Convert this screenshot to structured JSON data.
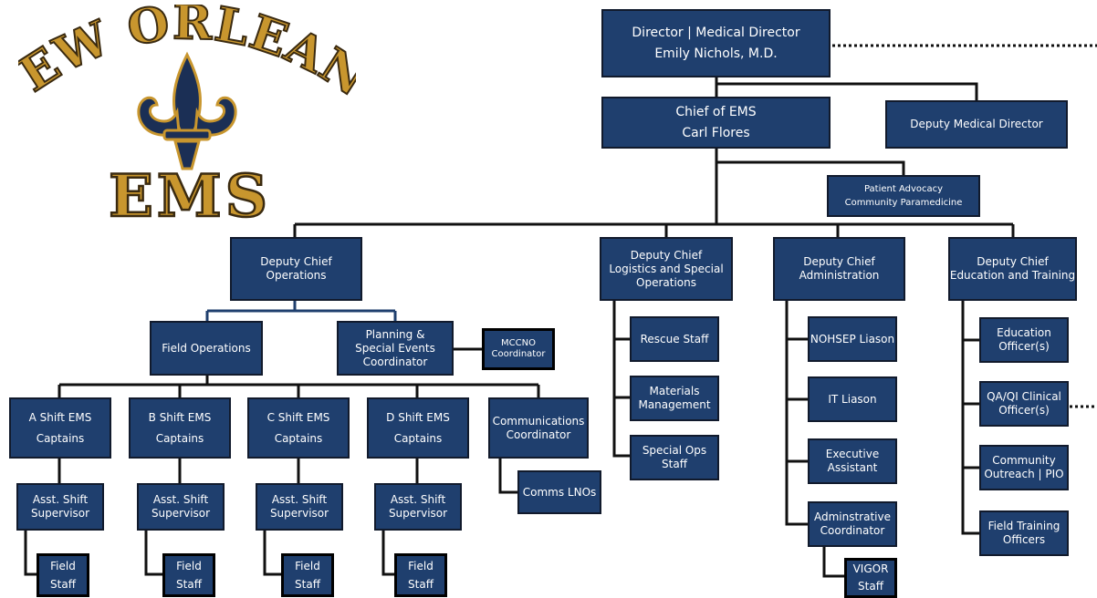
{
  "logo": {
    "top_text": "NEW ORLEANS",
    "bottom_text": "EMS",
    "icon": "fleur-de-lis-icon",
    "colors": {
      "fill": "#c8962e",
      "outline": "#3a2a10",
      "icon": "#1b2f55"
    }
  },
  "colors": {
    "box": "#1f3f6e",
    "border": "#111a2c",
    "text": "#ffffff",
    "line": "#111111",
    "accent_line": "#1f3f6e"
  },
  "nodes": {
    "director": {
      "l1": "Director | Medical Director",
      "l2": "Emily Nichols, M.D."
    },
    "chief": {
      "l1": "Chief of EMS",
      "l2": "Carl Flores"
    },
    "deputy_medical_director": {
      "l1": "Deputy Medical Director"
    },
    "patient_advocacy": {
      "l1": "Patient Advocacy",
      "l2": "Community Paramedicine"
    },
    "dc_operations": {
      "l1": "Deputy Chief",
      "l2": "Operations"
    },
    "dc_logistics": {
      "l1": "Deputy Chief",
      "l2": "Logistics and Special",
      "l3": "Operations"
    },
    "dc_administration": {
      "l1": "Deputy Chief",
      "l2": "Administration"
    },
    "dc_education": {
      "l1": "Deputy Chief",
      "l2": "Education and Training"
    },
    "field_operations": {
      "l1": "Field Operations"
    },
    "planning": {
      "l1": "Planning  &",
      "l2": "Special Events",
      "l3": "Coordinator"
    },
    "mccno": {
      "l1": "MCCNO",
      "l2": "Coordinator"
    },
    "a_shift": {
      "l1": "A  Shift EMS",
      "l2": "Captains"
    },
    "b_shift": {
      "l1": "B  Shift EMS",
      "l2": "Captains"
    },
    "c_shift": {
      "l1": "C  Shift EMS",
      "l2": "Captains"
    },
    "d_shift": {
      "l1": "D  Shift EMS",
      "l2": "Captains"
    },
    "communications": {
      "l1": "Communications",
      "l2": "Coordinator"
    },
    "comms_lnos": {
      "l1": "Comms LNOs"
    },
    "asst_a": {
      "l1": "Asst. Shift",
      "l2": "Supervisor"
    },
    "asst_b": {
      "l1": "Asst. Shift",
      "l2": "Supervisor"
    },
    "asst_c": {
      "l1": "Asst. Shift",
      "l2": "Supervisor"
    },
    "asst_d": {
      "l1": "Asst. Shift",
      "l2": "Supervisor"
    },
    "field_a": {
      "l1": "Field",
      "l2": "Staff"
    },
    "field_b": {
      "l1": "Field",
      "l2": "Staff"
    },
    "field_c": {
      "l1": "Field",
      "l2": "Staff"
    },
    "field_d": {
      "l1": "Field",
      "l2": "Staff"
    },
    "rescue": {
      "l1": "Rescue Staff"
    },
    "materials": {
      "l1": "Materials",
      "l2": "Management"
    },
    "special_ops": {
      "l1": "Special Ops",
      "l2": "Staff"
    },
    "nohsep": {
      "l1": "NOHSEP Liason"
    },
    "it_liason": {
      "l1": "IT Liason"
    },
    "exec_assistant": {
      "l1": "Executive",
      "l2": "Assistant"
    },
    "admin_coord": {
      "l1": "Adminstrative",
      "l2": "Coordinator"
    },
    "vigor": {
      "l1": "VIGOR",
      "l2": "Staff"
    },
    "education_officer": {
      "l1": "Education",
      "l2": "Officer(s)"
    },
    "qaqi": {
      "l1": "QA/QI Clinical",
      "l2": "Officer(s)"
    },
    "community_outreach": {
      "l1": "Community",
      "l2": "Outreach | PIO"
    },
    "fto": {
      "l1": "Field Training",
      "l2": "Officers"
    }
  }
}
